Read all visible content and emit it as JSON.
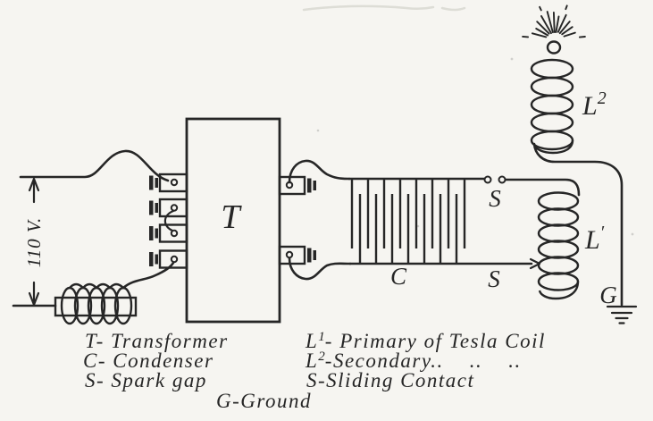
{
  "colors": {
    "paper": "#f6f5f1",
    "ink": "#262626"
  },
  "diagram": {
    "voltage_label": "110 V.",
    "transformer_label": "T",
    "condenser_label": "C",
    "spark_gap_label": "S",
    "sliding_contact_label": "S",
    "primary_label": {
      "base": "L",
      "sup": "′"
    },
    "secondary_label": {
      "base": "L",
      "sup": "2"
    },
    "ground_label": "G"
  },
  "legend": {
    "transformer": "T- Transformer",
    "condenser": "C- Condenser",
    "spark_gap": "S- Spark gap",
    "ground": "G-Ground",
    "primary": {
      "base": "L",
      "sup": "1",
      "rest": "- Primary of Tesla Coil"
    },
    "secondary": {
      "base": "L",
      "sup": "2",
      "rest": "-Secondary..    ..    .."
    },
    "sliding_contact": "S-Sliding Contact"
  }
}
